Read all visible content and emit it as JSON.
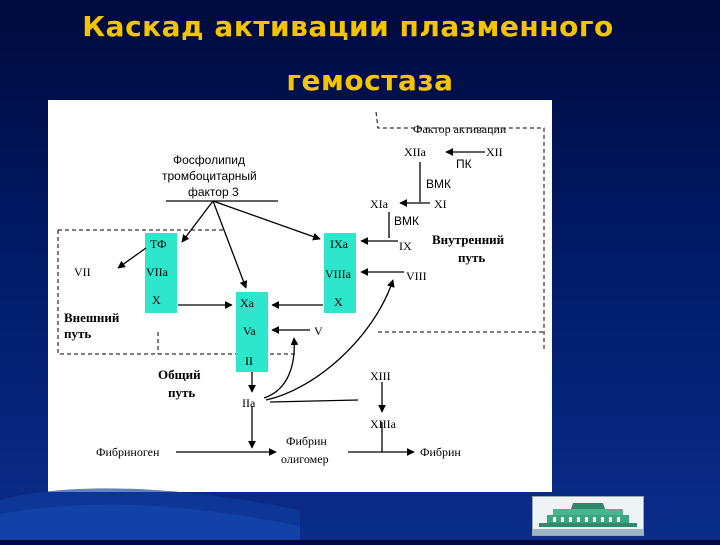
{
  "slide": {
    "title_line1": "Каскад активации плазменного",
    "title_line2": "гемостаза"
  },
  "diagram": {
    "labels": {
      "activation_factor": "Фактор активации",
      "xiia": "XIIa",
      "xii": "XII",
      "pk": "ПК",
      "vmk1": "ВМК",
      "xia": "XIa",
      "xi": "XI",
      "vmk2": "ВМК",
      "ix": "IX",
      "intrinsic_line1": "Внутренний",
      "intrinsic_line2": "путь",
      "viii": "VIII",
      "phospholipid_line1": "Фосфолипид",
      "phospholipid_line2": "тромбоцитарный",
      "phospholipid_line3": "фактор 3",
      "tf": "ТФ",
      "viia": "VIIa",
      "x_left": "X",
      "vii": "VII",
      "extrinsic_line1": "Внешний",
      "extrinsic_line2": "путь",
      "ixa": "IXa",
      "viiia": "VIIIa",
      "x_right": "X",
      "xa": "Xa",
      "va": "Va",
      "ii": "II",
      "v": "V",
      "common_line1": "Общий",
      "common_line2": "путь",
      "iia": "IIa",
      "xiii": "XIII",
      "xiiia": "XIIIa",
      "fibrinogen": "Фибриноген",
      "fibrin_oligomer_line1": "Фибрин",
      "fibrin_oligomer_line2": "олигомер",
      "fibrin": "Фибрин"
    }
  },
  "colors": {
    "title": "#f5c400",
    "background_top": "#000a3c",
    "background_bottom": "#0a2c8a",
    "diagram_bg": "#ffffff",
    "factor_box": "#2ee6cc"
  }
}
